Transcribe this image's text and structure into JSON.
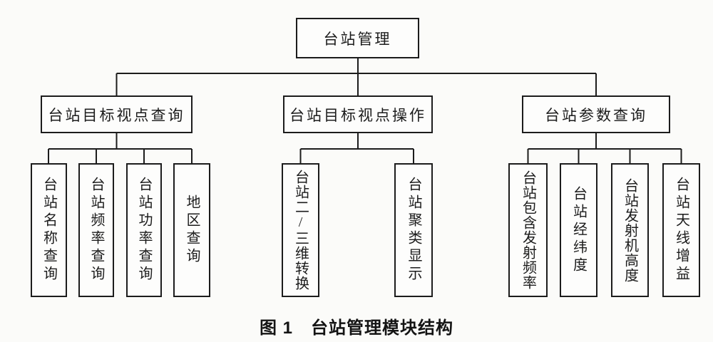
{
  "diagram": {
    "root": {
      "label": "台站管理"
    },
    "branches": [
      {
        "label": "台站目标视点查询",
        "children": [
          "台站名称查询",
          "台站频率查询",
          "台站功率查询",
          "地区查询"
        ]
      },
      {
        "label": "台站目标视点操作",
        "children": [
          "台站二/三维转换",
          "台站聚类显示"
        ]
      },
      {
        "label": "台站参数查询",
        "children": [
          "台站包含发射频率",
          "台站经纬度",
          "台站发射机高度",
          "台站天线增益"
        ]
      }
    ],
    "caption": "图 1　台站管理模块结构"
  },
  "colors": {
    "line": "#1c1c1c",
    "background": "#fbfbf9",
    "box_fill": "#fdfdfc"
  }
}
